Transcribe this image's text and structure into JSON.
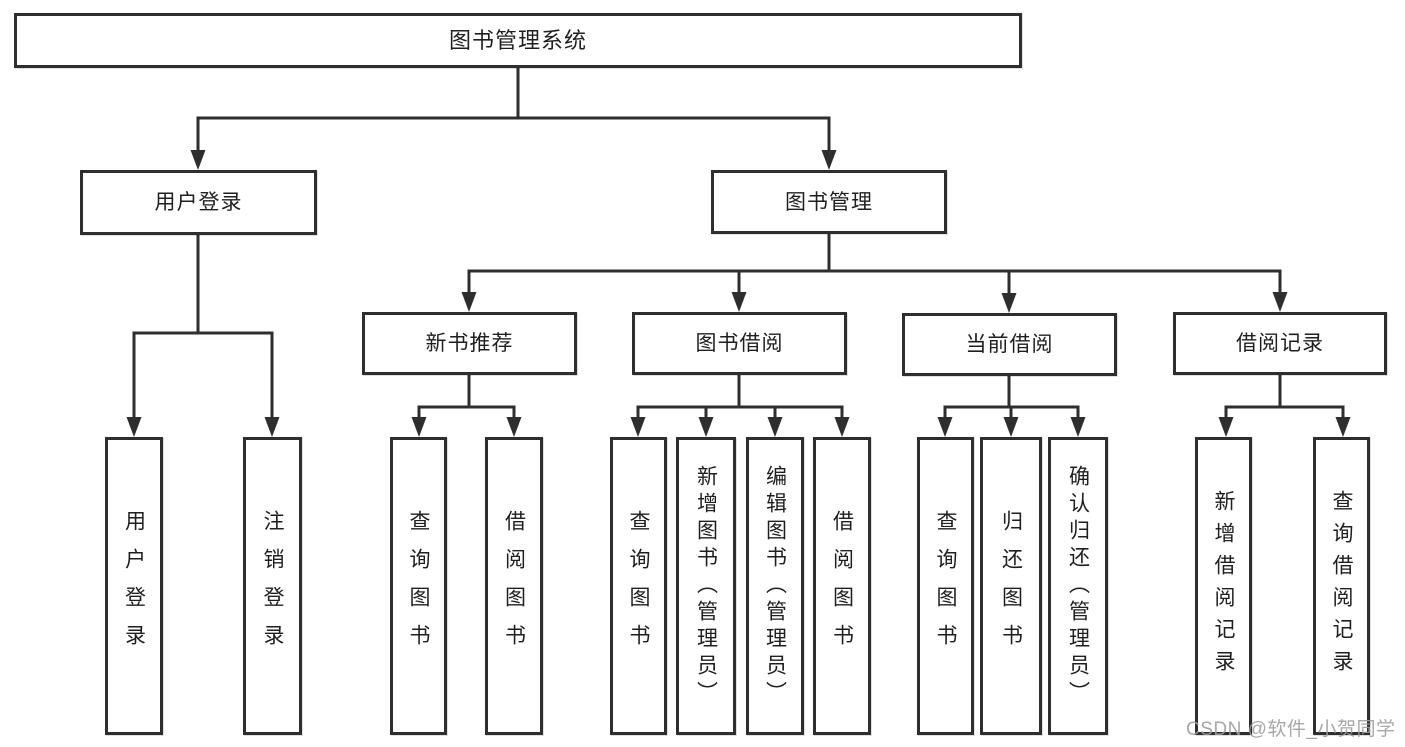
{
  "diagram": {
    "nodes": [
      {
        "id": "root",
        "label": "图书管理系统"
      },
      {
        "id": "user-login",
        "label": "用户登录"
      },
      {
        "id": "book-mgmt",
        "label": "图书管理"
      },
      {
        "id": "new-book-rec",
        "label": "新书推荐"
      },
      {
        "id": "book-borrow",
        "label": "图书借阅"
      },
      {
        "id": "current-borrow",
        "label": "当前借阅"
      },
      {
        "id": "borrow-records",
        "label": "借阅记录"
      },
      {
        "id": "leaf-user-login",
        "label": "用户登录"
      },
      {
        "id": "leaf-logout",
        "label": "注销登录"
      },
      {
        "id": "leaf-nbr-query",
        "label": "查询图书"
      },
      {
        "id": "leaf-nbr-borrow",
        "label": "借阅图书"
      },
      {
        "id": "leaf-bb-query",
        "label": "查询图书"
      },
      {
        "id": "leaf-bb-add",
        "label": "新增图书（管理员）"
      },
      {
        "id": "leaf-bb-edit",
        "label": "编辑图书（管理员）"
      },
      {
        "id": "leaf-bb-borrow",
        "label": "借阅图书"
      },
      {
        "id": "leaf-cb-query",
        "label": "查询图书"
      },
      {
        "id": "leaf-cb-return",
        "label": "归还图书"
      },
      {
        "id": "leaf-cb-confirm",
        "label": "确认归还（管理员）"
      },
      {
        "id": "leaf-br-add",
        "label": "新增借阅记录"
      },
      {
        "id": "leaf-br-query",
        "label": "查询借阅记录"
      }
    ],
    "watermark": "CSDN @软件_小贺同学",
    "colors": {
      "line": "#2e2e2e",
      "text": "#1f1f1f",
      "watermark": "#9e9e9e",
      "background": "#ffffff"
    }
  }
}
